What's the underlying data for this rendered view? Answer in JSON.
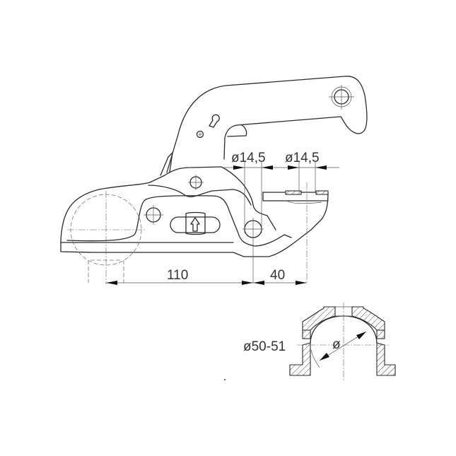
{
  "drawing": {
    "title": "Ball coupling head technical drawing",
    "line_color": "#2a2a2a",
    "background": "#ffffff"
  },
  "dimensions": {
    "bolt_hole_1": "ø14,5",
    "bolt_hole_2": "ø14,5",
    "length_ball_to_bolt": "110",
    "length_bolt_spacing": "40",
    "ball_diameter": "ø50-51",
    "section_diameter_symbol": "ø"
  },
  "views": [
    {
      "name": "side-view",
      "description": "Coupling head side elevation with handle, ball socket and bolt holes"
    },
    {
      "name": "section-view",
      "description": "Cross-section of ball socket showing ø50-51 bore"
    }
  ]
}
